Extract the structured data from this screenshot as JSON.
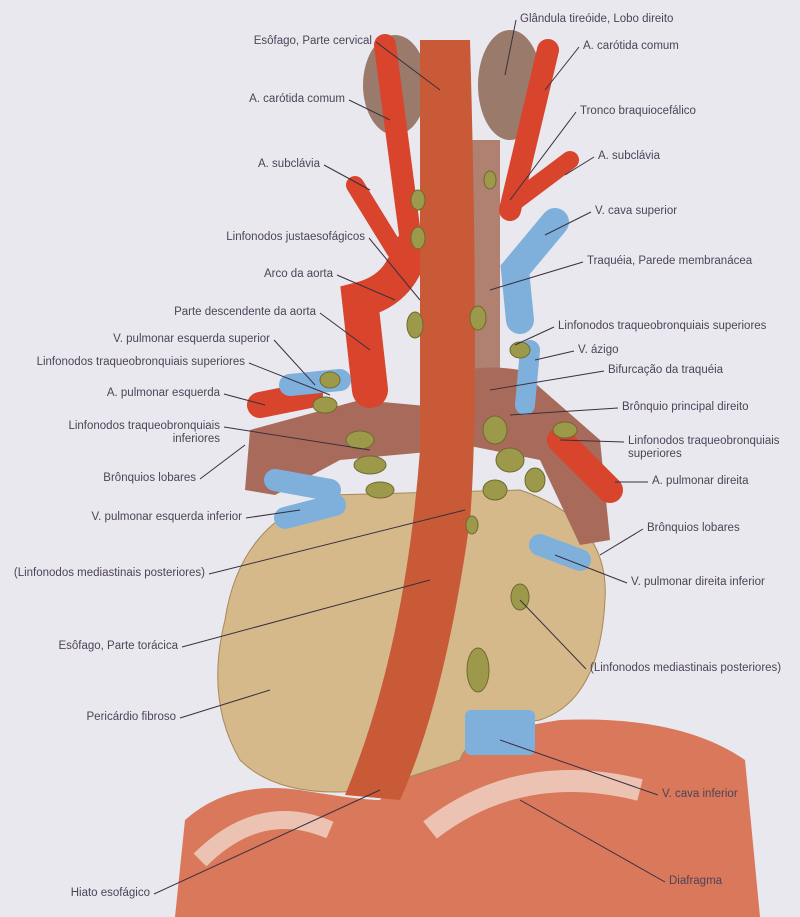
{
  "labels_left": [
    {
      "id": "esofago-cervical",
      "text": "Esôfago, Parte cervical"
    },
    {
      "id": "carotida-comum-esq",
      "text": "A. carótida comum"
    },
    {
      "id": "subclavia-esq",
      "text": "A. subclávia"
    },
    {
      "id": "linfonodos-justaesofagicos",
      "text": "Linfonodos justaesofágicos"
    },
    {
      "id": "arco-aorta",
      "text": "Arco da aorta"
    },
    {
      "id": "aorta-descendente",
      "text": "Parte descendente da aorta"
    },
    {
      "id": "v-pulmonar-esq-sup",
      "text": "V. pulmonar esquerda superior"
    },
    {
      "id": "linf-traqueo-sup-esq",
      "text": "Linfonodos traqueobronquiais superiores"
    },
    {
      "id": "a-pulmonar-esq",
      "text": "A. pulmonar esquerda"
    },
    {
      "id": "linf-traqueo-inf",
      "text": "Linfonodos traqueobronquiais\ninferiores"
    },
    {
      "id": "bronquios-lobares-esq",
      "text": "Brônquios lobares"
    },
    {
      "id": "v-pulmonar-esq-inf",
      "text": "V. pulmonar esquerda inferior"
    },
    {
      "id": "linf-mediastinais-esq",
      "text": "(Linfonodos mediastinais posteriores)"
    },
    {
      "id": "esofago-toracica",
      "text": "Esôfago, Parte torácica"
    },
    {
      "id": "pericardio-fibroso",
      "text": "Pericárdio fibroso"
    },
    {
      "id": "hiato-esofagico",
      "text": "Hiato esofágico"
    }
  ],
  "labels_right": [
    {
      "id": "glandula-tireoide",
      "text": "Glândula tireóide, Lobo direito"
    },
    {
      "id": "carotida-comum-dir",
      "text": "A. carótida comum"
    },
    {
      "id": "tronco-braquiocefalico",
      "text": "Tronco braquiocefálico"
    },
    {
      "id": "subclavia-dir",
      "text": "A. subclávia"
    },
    {
      "id": "v-cava-superior",
      "text": "V. cava superior"
    },
    {
      "id": "traqueia-parede",
      "text": "Traquéia, Parede membranácea"
    },
    {
      "id": "linf-traqueo-sup-dir",
      "text": "Linfonodos traqueobronquiais superiores"
    },
    {
      "id": "v-azigo",
      "text": "V. ázigo"
    },
    {
      "id": "bifurcacao-traqueia",
      "text": "Bifurcação da traquéia"
    },
    {
      "id": "bronquio-principal-dir",
      "text": "Brônquio principal direito"
    },
    {
      "id": "linf-traqueo-sup-dir2",
      "text": "Linfonodos traqueobronquiais\nsuperiores"
    },
    {
      "id": "a-pulmonar-dir",
      "text": "A. pulmonar direita"
    },
    {
      "id": "bronquios-lobares-dir",
      "text": "Brônquios lobares"
    },
    {
      "id": "v-pulmonar-dir-inf",
      "text": "V. pulmonar direita inferior"
    },
    {
      "id": "linf-mediastinais-dir",
      "text": "(Linfonodos mediastinais posteriores)"
    },
    {
      "id": "v-cava-inferior",
      "text": "V. cava inferior"
    },
    {
      "id": "diafragma",
      "text": "Diafragma"
    }
  ],
  "colors": {
    "artery": "#d8442c",
    "vein": "#7fb0dc",
    "node": "#9c9a4a",
    "esophagus": "#c85a38",
    "pericardium": "#d6b98a",
    "diaphragm": "#d9785a",
    "trachea": "#a86a5a",
    "thyroid": "#9a7a6a",
    "text": "#4e4358",
    "line": "#3a3040"
  }
}
